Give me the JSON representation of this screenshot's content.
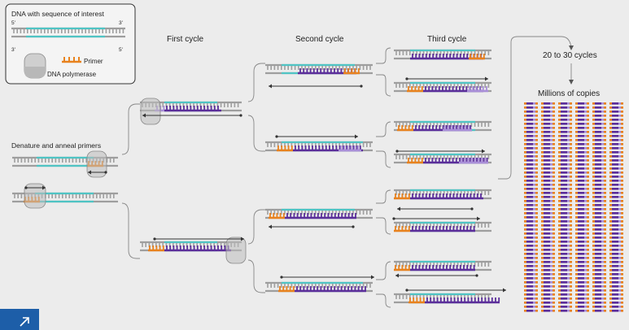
{
  "legend": {
    "title": "DNA with sequence of interest",
    "primer_label": "Primer",
    "polymerase_label": "DNA polymerase",
    "end_5": "5'",
    "end_3": "3'"
  },
  "labels": {
    "denature": "Denature and anneal primers",
    "first_cycle": "First cycle",
    "second_cycle": "Second cycle",
    "third_cycle": "Third cycle",
    "cycles": "20 to 30 cycles",
    "millions": "Millions of copies"
  },
  "colors": {
    "backbone": "#9e9e9e",
    "target": "#4fc4c4",
    "primer": "#e8821e",
    "new_strand": "#5b2e9a",
    "new_strand_light": "#a98fd8",
    "arrow": "#333333",
    "button": "#1d5ea8"
  },
  "button": {
    "icon": "expand-arrow-icon"
  }
}
